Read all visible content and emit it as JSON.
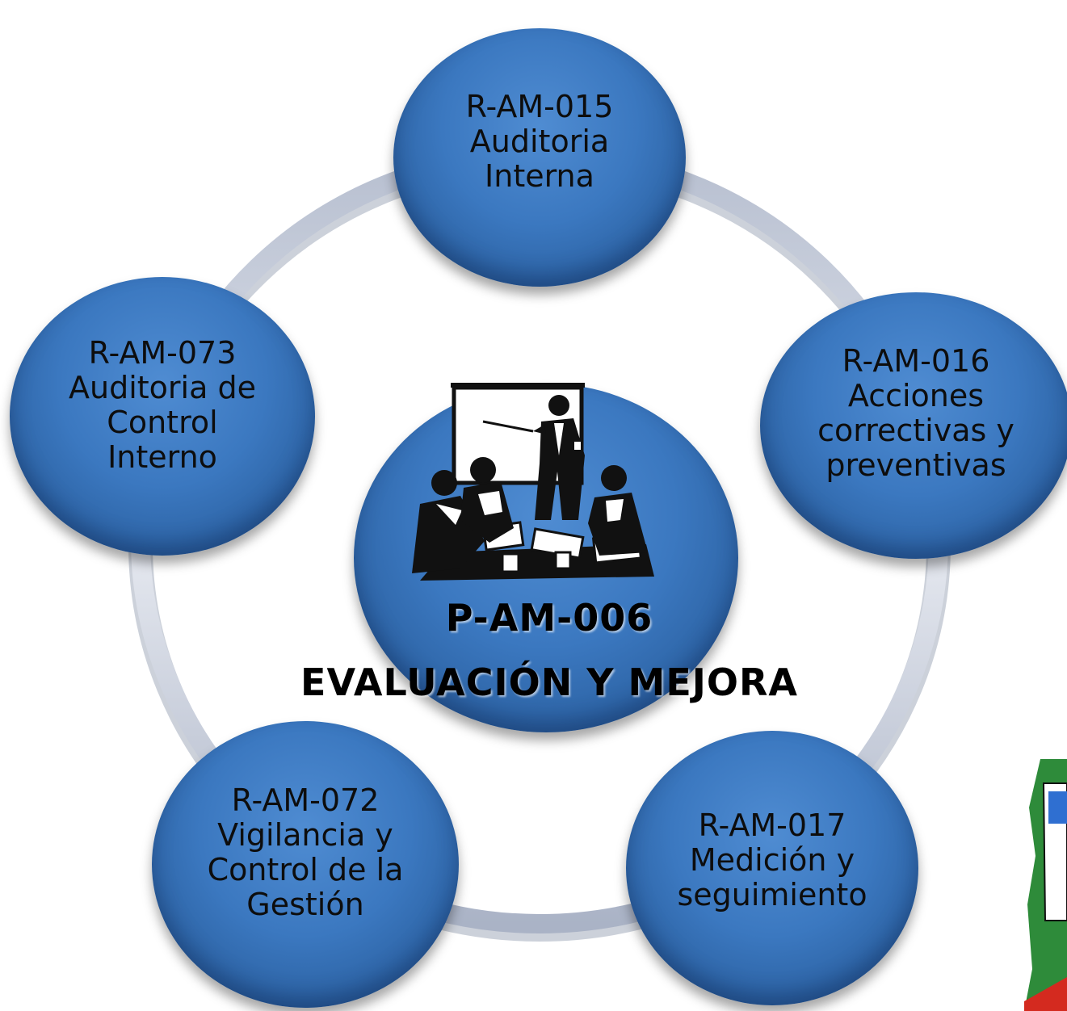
{
  "diagram": {
    "center": {
      "code": "P-AM-006",
      "title": "EVALUACIÓN Y MEJORA"
    },
    "nodes": [
      {
        "id": "top",
        "lines": [
          "R-AM-015",
          "Auditoria",
          "Interna"
        ]
      },
      {
        "id": "right",
        "lines": [
          "R-AM-016",
          "Acciones",
          "correctivas y",
          "preventivas"
        ]
      },
      {
        "id": "bottom-right",
        "lines": [
          "R-AM-017",
          "Medición y",
          "seguimiento"
        ]
      },
      {
        "id": "bottom-left",
        "lines": [
          "R-AM-072",
          "Vigilancia y",
          "Control de la",
          "Gestión"
        ]
      },
      {
        "id": "left",
        "lines": [
          "R-AM-073",
          "Auditoria de",
          "Control",
          "Interno"
        ]
      }
    ],
    "colors": {
      "node_fill": "#3b78c0",
      "ring": "#c5ccdb",
      "text": "#0d0d0d"
    }
  }
}
